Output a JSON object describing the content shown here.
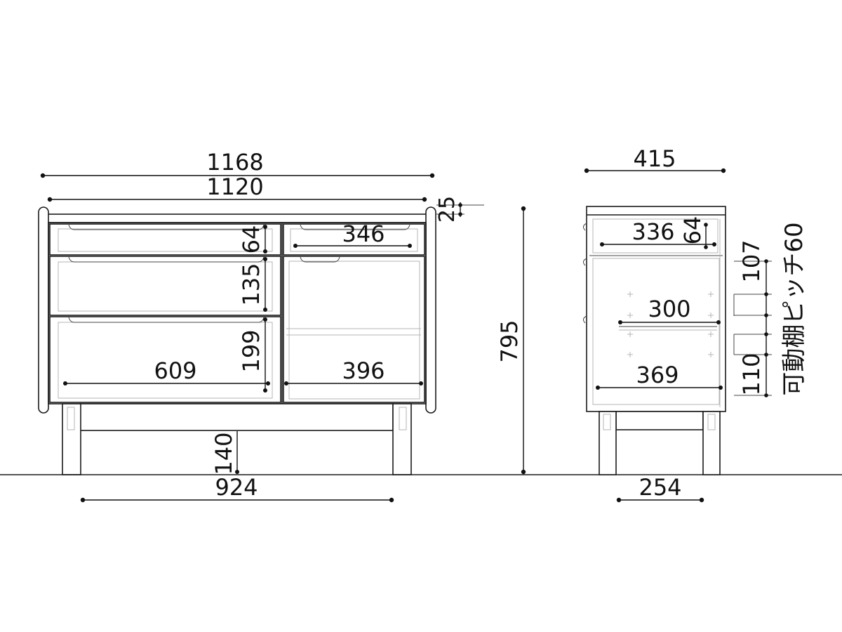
{
  "front_view": {
    "overall_width": "1168",
    "body_width": "1120",
    "top_thickness": "25",
    "drawer1_height": "64",
    "drawer2_height": "135",
    "drawer3_height": "199",
    "right_drawer_width": "346",
    "left_interior_width": "609",
    "right_interior_width": "396",
    "leg_height": "140",
    "leg_span": "924",
    "total_height": "795"
  },
  "side_view": {
    "depth": "415",
    "drawer_depth": "336",
    "drawer_height": "64",
    "shelf_depth": "300",
    "interior_depth": "369",
    "leg_span": "254",
    "pitch_top": "107",
    "pitch_bottom": "110",
    "shelf_note": "可動棚ピッチ60"
  }
}
